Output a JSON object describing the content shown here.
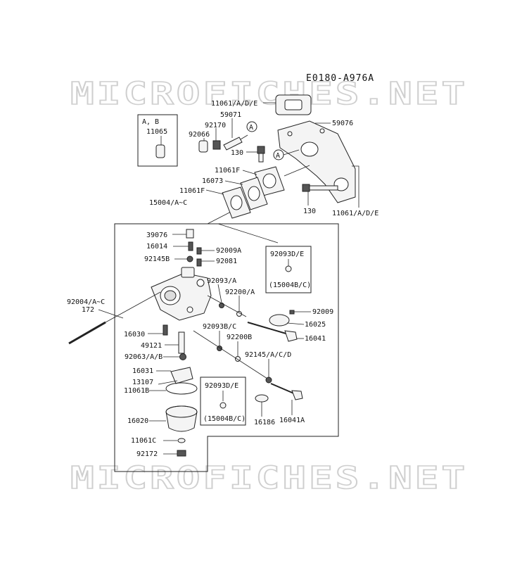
{
  "diagram_code": "E0180-A976A",
  "watermarks": [
    "MICROFICHES.NET",
    "MICROFICHES.NET"
  ],
  "inset_ab": {
    "title": "A, B",
    "part": "11065"
  },
  "inset_top": {
    "part": "92093D/E",
    "note": "(15004B/C)"
  },
  "inset_bottom": {
    "part": "92093D/E",
    "note": "(15004B/C)"
  },
  "callouts": {
    "a1": "A",
    "a2": "A"
  },
  "labels": {
    "p11061_ade_top": "11061/A/D/E",
    "p59071": "59071",
    "p92170": "92170",
    "p92066": "92066",
    "p59076": "59076",
    "p130_top": "130",
    "p11061f_1": "11061F",
    "p16073": "16073",
    "p11061f_2": "11061F",
    "p130_bottom": "130",
    "p11061_ade_bottom": "11061/A/D/E",
    "p15004": "15004/A~C",
    "p39076": "39076",
    "p16014": "16014",
    "p92009a": "92009A",
    "p92145b": "92145B",
    "p92081": "92081",
    "p92093a": "92093/A",
    "p92200a": "92200/A",
    "p92004": "92004/A~C",
    "p172": "172",
    "p92009": "92009",
    "p16025": "16025",
    "p92093bc": "92093B/C",
    "p16030": "16030",
    "p92200b": "92200B",
    "p16041": "16041",
    "p49121": "49121",
    "p92063": "92063/A/B",
    "p92145acd": "92145/A/C/D",
    "p16031": "16031",
    "p13107": "13107",
    "p11061b": "11061B",
    "p16020": "16020",
    "p16186": "16186",
    "p16041a": "16041A",
    "p11061c": "11061C",
    "p92172": "92172"
  }
}
